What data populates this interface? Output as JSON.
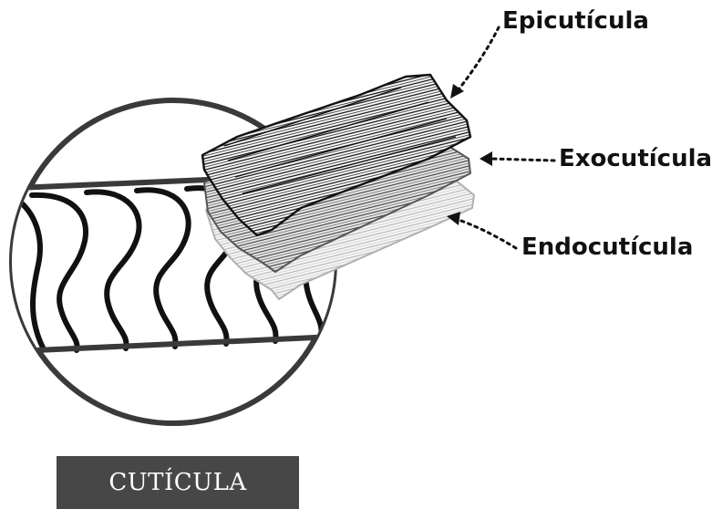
{
  "labels": {
    "epicuticula": "Epicutícula",
    "exocuticula": "Exocutícula",
    "endocuticula": "Endocutícula"
  },
  "title": "CUTÍCULA",
  "colors": {
    "ink": "#111111",
    "circle": "#3a3a3a",
    "epicuticle": "#1a1a1a",
    "exocuticle": "#555555",
    "endocuticle": "#bdbdbd",
    "title_bg": "#474747",
    "title_text": "#ffffff"
  }
}
